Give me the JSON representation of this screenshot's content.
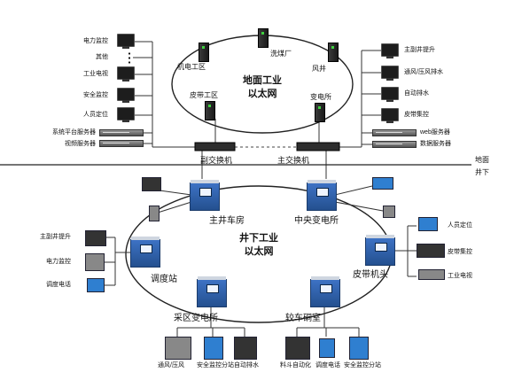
{
  "surface": {
    "title": [
      "地面工业",
      "以太网"
    ],
    "ring_nodes": [
      "机电工区",
      "洗煤厂",
      "风井",
      "皮带工区",
      "变电所"
    ],
    "left_devices": [
      "电力监控",
      "其他",
      "工业电视",
      "安全监控",
      "人员定位",
      "系统平台服务器",
      "视频服务器"
    ],
    "right_devices": [
      "主副井提升",
      "通风/压风排水",
      "自动排水",
      "皮带集控",
      "web服务器",
      "数据服务器"
    ],
    "backup_switch": "副交换机",
    "main_switch": "主交换机"
  },
  "ground": {
    "above": "地面",
    "below": "井下"
  },
  "underground": {
    "title": [
      "井下工业",
      "以太网"
    ],
    "stations": [
      "主井车房",
      "中央变电所",
      "调度站",
      "皮带机头",
      "采区变电所",
      "较车硐室"
    ],
    "left_devices": [
      "主副井提升",
      "电力监控",
      "调度电话"
    ],
    "right_devices": [
      "人员定位",
      "皮带集控",
      "工业电视"
    ],
    "bottom_devices": [
      "通风/压风",
      "安全监控分站",
      "自动排水",
      "料斗自动化",
      "调度电话",
      "安全监控分站"
    ]
  },
  "colors": {
    "cabinet": "#2f5fa8",
    "line": "#222222"
  }
}
